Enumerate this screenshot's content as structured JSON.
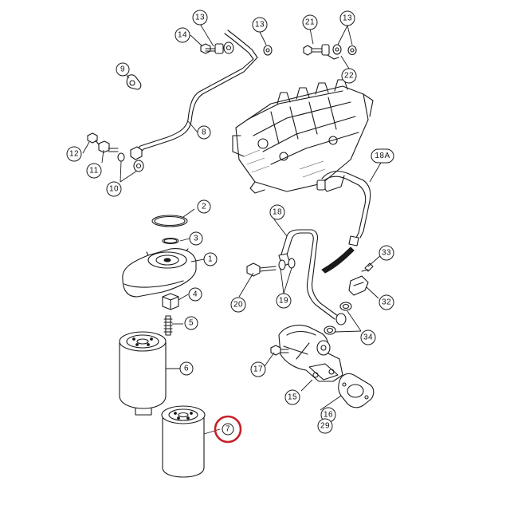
{
  "callouts": [
    {
      "id": "c13a",
      "label": "13"
    },
    {
      "id": "c13b",
      "label": "13"
    },
    {
      "id": "c21",
      "label": "21"
    },
    {
      "id": "c13c",
      "label": "13"
    },
    {
      "id": "c14",
      "label": "14"
    },
    {
      "id": "c22",
      "label": "22"
    },
    {
      "id": "c9",
      "label": "9"
    },
    {
      "id": "c8",
      "label": "8"
    },
    {
      "id": "c12",
      "label": "12"
    },
    {
      "id": "c11",
      "label": "11"
    },
    {
      "id": "c10",
      "label": "10"
    },
    {
      "id": "c18A",
      "label": "18A"
    },
    {
      "id": "c2",
      "label": "2"
    },
    {
      "id": "c18",
      "label": "18"
    },
    {
      "id": "c3",
      "label": "3"
    },
    {
      "id": "c1",
      "label": "1"
    },
    {
      "id": "c33",
      "label": "33"
    },
    {
      "id": "c4",
      "label": "4"
    },
    {
      "id": "c20",
      "label": "20"
    },
    {
      "id": "c19",
      "label": "19"
    },
    {
      "id": "c32",
      "label": "32"
    },
    {
      "id": "c5",
      "label": "5"
    },
    {
      "id": "c34",
      "label": "34"
    },
    {
      "id": "c6",
      "label": "6"
    },
    {
      "id": "c17",
      "label": "17"
    },
    {
      "id": "c15",
      "label": "15"
    },
    {
      "id": "c16",
      "label": "16"
    },
    {
      "id": "c29",
      "label": "29"
    },
    {
      "id": "c7",
      "label": "7"
    }
  ],
  "highlighted_callout": "7",
  "colors": {
    "line": "#1a1a1a",
    "highlight": "#c8202a",
    "background": "#ffffff"
  }
}
